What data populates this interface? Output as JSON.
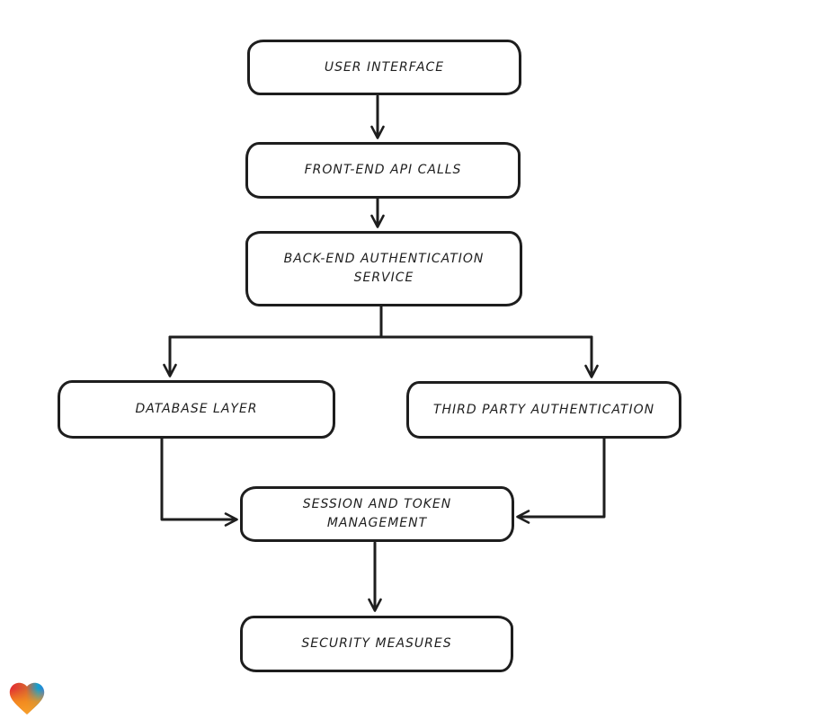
{
  "diagram": {
    "type": "flowchart",
    "style": "hand-drawn",
    "colors": {
      "background": "#ffffff",
      "stroke": "#1e1e1e",
      "node_fill": "#ffffff",
      "text": "#1f1f1f"
    },
    "nodes": {
      "user_interface": {
        "label": "USER INTERFACE"
      },
      "frontend_api": {
        "label": "FRONT-END API CALLS"
      },
      "backend_auth": {
        "label": "BACK-END AUTHENTICATION SERVICE"
      },
      "database": {
        "label": "DATABASE LAYER"
      },
      "third_party": {
        "label": "THIRD PARTY AUTHENTICATION"
      },
      "session_token": {
        "label": "SESSION AND TOKEN MANAGEMENT"
      },
      "security": {
        "label": "SECURITY MEASURES"
      }
    },
    "edges": [
      {
        "from": "USER INTERFACE",
        "to": "FRONT-END API CALLS"
      },
      {
        "from": "FRONT-END API CALLS",
        "to": "BACK-END AUTHENTICATION SERVICE"
      },
      {
        "from": "BACK-END AUTHENTICATION SERVICE",
        "to": "DATABASE LAYER"
      },
      {
        "from": "BACK-END AUTHENTICATION SERVICE",
        "to": "THIRD PARTY AUTHENTICATION"
      },
      {
        "from": "DATABASE LAYER",
        "to": "SESSION AND TOKEN MANAGEMENT"
      },
      {
        "from": "THIRD PARTY AUTHENTICATION",
        "to": "SESSION AND TOKEN MANAGEMENT"
      },
      {
        "from": "SESSION AND TOKEN MANAGEMENT",
        "to": "SECURITY MEASURES"
      }
    ]
  },
  "logo": {
    "name": "gradient-heart-logo",
    "colors": {
      "red": "#e42b33",
      "teal": "#12a0d0",
      "blue": "#2f7fd6",
      "orange": "#f7941d"
    }
  }
}
